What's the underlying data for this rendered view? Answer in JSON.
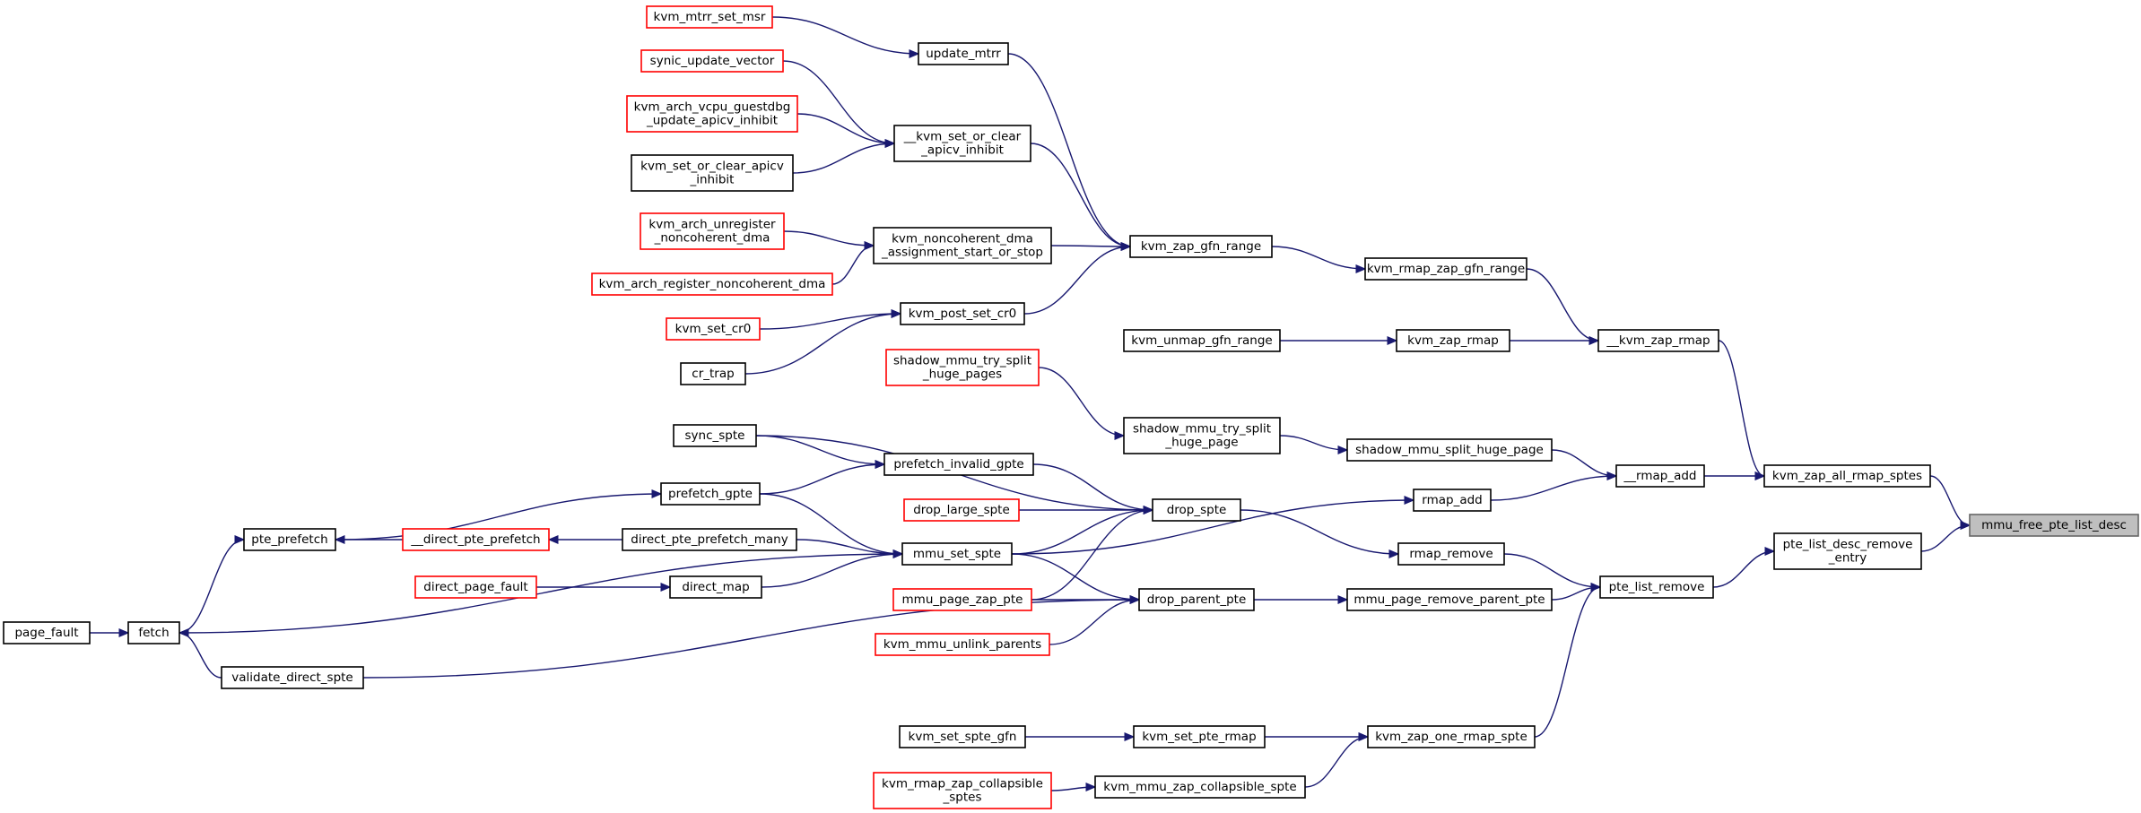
{
  "graph": {
    "edge_color": "#191970",
    "nodes": [
      {
        "id": "mmu_free_pte_list_desc",
        "lines": [
          "mmu_free_pte_list_desc"
        ],
        "style": "root"
      },
      {
        "id": "pte_list_desc_remove_entry",
        "lines": [
          "pte_list_desc_remove",
          "_entry"
        ],
        "style": "black"
      },
      {
        "id": "kvm_zap_all_rmap_sptes",
        "lines": [
          "kvm_zap_all_rmap_sptes"
        ],
        "style": "black"
      },
      {
        "id": "pte_list_remove",
        "lines": [
          "pte_list_remove"
        ],
        "style": "black"
      },
      {
        "id": "__kvm_zap_rmap",
        "lines": [
          "__kvm_zap_rmap"
        ],
        "style": "black"
      },
      {
        "id": "__rmap_add",
        "lines": [
          "__rmap_add"
        ],
        "style": "black"
      },
      {
        "id": "kvm_rmap_zap_gfn_range",
        "lines": [
          "kvm_rmap_zap_gfn_range"
        ],
        "style": "black"
      },
      {
        "id": "kvm_zap_rmap",
        "lines": [
          "kvm_zap_rmap"
        ],
        "style": "black"
      },
      {
        "id": "kvm_unmap_gfn_range",
        "lines": [
          "kvm_unmap_gfn_range"
        ],
        "style": "black"
      },
      {
        "id": "kvm_zap_gfn_range",
        "lines": [
          "kvm_zap_gfn_range"
        ],
        "style": "black"
      },
      {
        "id": "update_mtrr",
        "lines": [
          "update_mtrr"
        ],
        "style": "black"
      },
      {
        "id": "kvm_mtrr_set_msr",
        "lines": [
          "kvm_mtrr_set_msr"
        ],
        "style": "red"
      },
      {
        "id": "__kvm_set_or_clear_apicv_inhibit",
        "lines": [
          "__kvm_set_or_clear",
          "_apicv_inhibit"
        ],
        "style": "black"
      },
      {
        "id": "synic_update_vector",
        "lines": [
          "synic_update_vector"
        ],
        "style": "red"
      },
      {
        "id": "kvm_arch_vcpu_guestdbg_update_apicv_inhibit",
        "lines": [
          "kvm_arch_vcpu_guestdbg",
          "_update_apicv_inhibit"
        ],
        "style": "red"
      },
      {
        "id": "kvm_set_or_clear_apicv_inhibit",
        "lines": [
          "kvm_set_or_clear_apicv",
          "_inhibit"
        ],
        "style": "black"
      },
      {
        "id": "kvm_noncoherent_dma_assignment_start_or_stop",
        "lines": [
          "kvm_noncoherent_dma",
          "_assignment_start_or_stop"
        ],
        "style": "black"
      },
      {
        "id": "kvm_arch_unregister_noncoherent_dma",
        "lines": [
          "kvm_arch_unregister",
          "_noncoherent_dma"
        ],
        "style": "red"
      },
      {
        "id": "kvm_arch_register_noncoherent_dma",
        "lines": [
          "kvm_arch_register_noncoherent_dma"
        ],
        "style": "red"
      },
      {
        "id": "kvm_post_set_cr0",
        "lines": [
          "kvm_post_set_cr0"
        ],
        "style": "black"
      },
      {
        "id": "kvm_set_cr0",
        "lines": [
          "kvm_set_cr0"
        ],
        "style": "red"
      },
      {
        "id": "cr_trap",
        "lines": [
          "cr_trap"
        ],
        "style": "black"
      },
      {
        "id": "shadow_mmu_split_huge_page",
        "lines": [
          "shadow_mmu_split_huge_page"
        ],
        "style": "black"
      },
      {
        "id": "shadow_mmu_try_split_huge_page",
        "lines": [
          "shadow_mmu_try_split",
          "_huge_page"
        ],
        "style": "black"
      },
      {
        "id": "shadow_mmu_try_split_huge_pages",
        "lines": [
          "shadow_mmu_try_split",
          "_huge_pages"
        ],
        "style": "red"
      },
      {
        "id": "rmap_add",
        "lines": [
          "rmap_add"
        ],
        "style": "black"
      },
      {
        "id": "mmu_set_spte",
        "lines": [
          "mmu_set_spte"
        ],
        "style": "black"
      },
      {
        "id": "prefetch_gpte",
        "lines": [
          "prefetch_gpte"
        ],
        "style": "black"
      },
      {
        "id": "pte_prefetch",
        "lines": [
          "pte_prefetch"
        ],
        "style": "black"
      },
      {
        "id": "fetch",
        "lines": [
          "fetch"
        ],
        "style": "black"
      },
      {
        "id": "page_fault",
        "lines": [
          "page_fault"
        ],
        "style": "black"
      },
      {
        "id": "direct_pte_prefetch_many",
        "lines": [
          "direct_pte_prefetch_many"
        ],
        "style": "black"
      },
      {
        "id": "__direct_pte_prefetch",
        "lines": [
          "__direct_pte_prefetch"
        ],
        "style": "red"
      },
      {
        "id": "direct_map",
        "lines": [
          "direct_map"
        ],
        "style": "black"
      },
      {
        "id": "direct_page_fault",
        "lines": [
          "direct_page_fault"
        ],
        "style": "red"
      },
      {
        "id": "rmap_remove",
        "lines": [
          "rmap_remove"
        ],
        "style": "black"
      },
      {
        "id": "drop_spte",
        "lines": [
          "drop_spte"
        ],
        "style": "black"
      },
      {
        "id": "sync_spte",
        "lines": [
          "sync_spte"
        ],
        "style": "black"
      },
      {
        "id": "prefetch_invalid_gpte",
        "lines": [
          "prefetch_invalid_gpte"
        ],
        "style": "black"
      },
      {
        "id": "drop_large_spte",
        "lines": [
          "drop_large_spte"
        ],
        "style": "red"
      },
      {
        "id": "mmu_page_zap_pte",
        "lines": [
          "mmu_page_zap_pte"
        ],
        "style": "red"
      },
      {
        "id": "mmu_page_remove_parent_pte",
        "lines": [
          "mmu_page_remove_parent_pte"
        ],
        "style": "black"
      },
      {
        "id": "drop_parent_pte",
        "lines": [
          "drop_parent_pte"
        ],
        "style": "black"
      },
      {
        "id": "kvm_mmu_unlink_parents",
        "lines": [
          "kvm_mmu_unlink_parents"
        ],
        "style": "red"
      },
      {
        "id": "validate_direct_spte",
        "lines": [
          "validate_direct_spte"
        ],
        "style": "black"
      },
      {
        "id": "kvm_zap_one_rmap_spte",
        "lines": [
          "kvm_zap_one_rmap_spte"
        ],
        "style": "black"
      },
      {
        "id": "kvm_set_pte_rmap",
        "lines": [
          "kvm_set_pte_rmap"
        ],
        "style": "black"
      },
      {
        "id": "kvm_set_spte_gfn",
        "lines": [
          "kvm_set_spte_gfn"
        ],
        "style": "black"
      },
      {
        "id": "kvm_mmu_zap_collapsible_spte",
        "lines": [
          "kvm_mmu_zap_collapsible_spte"
        ],
        "style": "black"
      },
      {
        "id": "kvm_rmap_zap_collapsible_sptes",
        "lines": [
          "kvm_rmap_zap_collapsible",
          "_sptes"
        ],
        "style": "red"
      }
    ],
    "edges": [
      {
        "from": "pte_list_desc_remove_entry",
        "to": "mmu_free_pte_list_desc"
      },
      {
        "from": "kvm_zap_all_rmap_sptes",
        "to": "mmu_free_pte_list_desc"
      },
      {
        "from": "pte_list_remove",
        "to": "pte_list_desc_remove_entry"
      },
      {
        "from": "__kvm_zap_rmap",
        "to": "kvm_zap_all_rmap_sptes"
      },
      {
        "from": "__rmap_add",
        "to": "kvm_zap_all_rmap_sptes"
      },
      {
        "from": "kvm_rmap_zap_gfn_range",
        "to": "__kvm_zap_rmap"
      },
      {
        "from": "kvm_zap_rmap",
        "to": "__kvm_zap_rmap"
      },
      {
        "from": "kvm_unmap_gfn_range",
        "to": "kvm_zap_rmap"
      },
      {
        "from": "kvm_zap_gfn_range",
        "to": "kvm_rmap_zap_gfn_range"
      },
      {
        "from": "update_mtrr",
        "to": "kvm_zap_gfn_range"
      },
      {
        "from": "__kvm_set_or_clear_apicv_inhibit",
        "to": "kvm_zap_gfn_range"
      },
      {
        "from": "kvm_noncoherent_dma_assignment_start_or_stop",
        "to": "kvm_zap_gfn_range"
      },
      {
        "from": "kvm_post_set_cr0",
        "to": "kvm_zap_gfn_range"
      },
      {
        "from": "kvm_mtrr_set_msr",
        "to": "update_mtrr"
      },
      {
        "from": "synic_update_vector",
        "to": "__kvm_set_or_clear_apicv_inhibit"
      },
      {
        "from": "kvm_arch_vcpu_guestdbg_update_apicv_inhibit",
        "to": "__kvm_set_or_clear_apicv_inhibit"
      },
      {
        "from": "kvm_set_or_clear_apicv_inhibit",
        "to": "__kvm_set_or_clear_apicv_inhibit"
      },
      {
        "from": "kvm_arch_unregister_noncoherent_dma",
        "to": "kvm_noncoherent_dma_assignment_start_or_stop"
      },
      {
        "from": "kvm_arch_register_noncoherent_dma",
        "to": "kvm_noncoherent_dma_assignment_start_or_stop"
      },
      {
        "from": "kvm_set_cr0",
        "to": "kvm_post_set_cr0"
      },
      {
        "from": "cr_trap",
        "to": "kvm_post_set_cr0"
      },
      {
        "from": "shadow_mmu_split_huge_page",
        "to": "__rmap_add"
      },
      {
        "from": "rmap_add",
        "to": "__rmap_add"
      },
      {
        "from": "shadow_mmu_try_split_huge_page",
        "to": "shadow_mmu_split_huge_page"
      },
      {
        "from": "shadow_mmu_try_split_huge_pages",
        "to": "shadow_mmu_try_split_huge_page"
      },
      {
        "from": "mmu_set_spte",
        "to": "rmap_add"
      },
      {
        "from": "prefetch_gpte",
        "to": "mmu_set_spte"
      },
      {
        "from": "direct_pte_prefetch_many",
        "to": "mmu_set_spte"
      },
      {
        "from": "direct_map",
        "to": "mmu_set_spte"
      },
      {
        "from": "fetch",
        "to": "mmu_set_spte"
      },
      {
        "from": "pte_prefetch",
        "to": "prefetch_gpte"
      },
      {
        "from": "fetch",
        "to": "pte_prefetch"
      },
      {
        "from": "page_fault",
        "to": "fetch"
      },
      {
        "from": "validate_direct_spte",
        "to": "fetch"
      },
      {
        "from": "__direct_pte_prefetch",
        "to": "pte_prefetch"
      },
      {
        "from": "direct_pte_prefetch_many",
        "to": "__direct_pte_prefetch"
      },
      {
        "from": "direct_page_fault",
        "to": "direct_map"
      },
      {
        "from": "rmap_remove",
        "to": "pte_list_remove"
      },
      {
        "from": "mmu_page_remove_parent_pte",
        "to": "pte_list_remove"
      },
      {
        "from": "kvm_zap_one_rmap_spte",
        "to": "pte_list_remove"
      },
      {
        "from": "drop_spte",
        "to": "rmap_remove"
      },
      {
        "from": "sync_spte",
        "to": "drop_spte"
      },
      {
        "from": "prefetch_invalid_gpte",
        "to": "drop_spte"
      },
      {
        "from": "drop_large_spte",
        "to": "drop_spte"
      },
      {
        "from": "mmu_set_spte",
        "to": "drop_spte"
      },
      {
        "from": "mmu_page_zap_pte",
        "to": "drop_spte"
      },
      {
        "from": "sync_spte",
        "to": "prefetch_invalid_gpte"
      },
      {
        "from": "prefetch_gpte",
        "to": "prefetch_invalid_gpte"
      },
      {
        "from": "drop_parent_pte",
        "to": "mmu_page_remove_parent_pte"
      },
      {
        "from": "mmu_set_spte",
        "to": "drop_parent_pte"
      },
      {
        "from": "mmu_page_zap_pte",
        "to": "drop_parent_pte"
      },
      {
        "from": "kvm_mmu_unlink_parents",
        "to": "drop_parent_pte"
      },
      {
        "from": "validate_direct_spte",
        "to": "drop_parent_pte"
      },
      {
        "from": "kvm_set_pte_rmap",
        "to": "kvm_zap_one_rmap_spte"
      },
      {
        "from": "kvm_mmu_zap_collapsible_spte",
        "to": "kvm_zap_one_rmap_spte"
      },
      {
        "from": "kvm_set_spte_gfn",
        "to": "kvm_set_pte_rmap"
      },
      {
        "from": "kvm_rmap_zap_collapsible_sptes",
        "to": "kvm_mmu_zap_collapsible_spte"
      }
    ]
  }
}
